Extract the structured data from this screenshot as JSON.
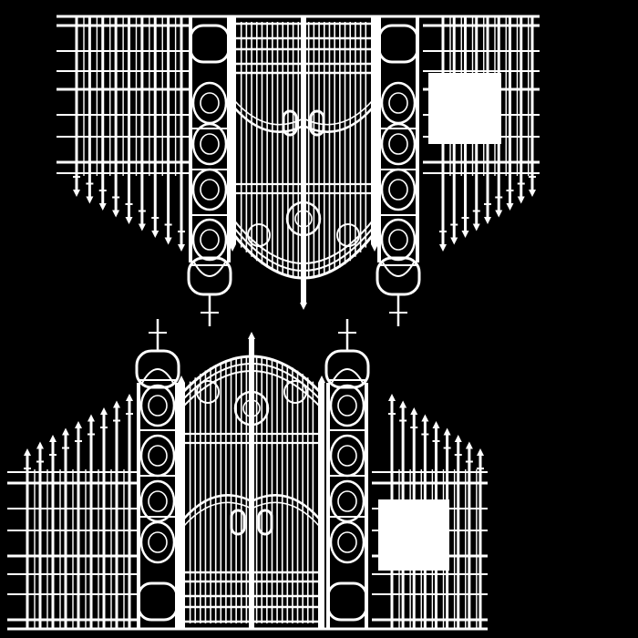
{
  "scene": {
    "description_free": true,
    "colors": {
      "background": "#000000",
      "ironwork": "#ffffff"
    },
    "gates": [
      {
        "id": "gate-top",
        "orientation": "inverted",
        "fence_wing_square": "right"
      },
      {
        "id": "gate-bottom",
        "orientation": "upright",
        "fence_wing_square": "right"
      }
    ]
  }
}
